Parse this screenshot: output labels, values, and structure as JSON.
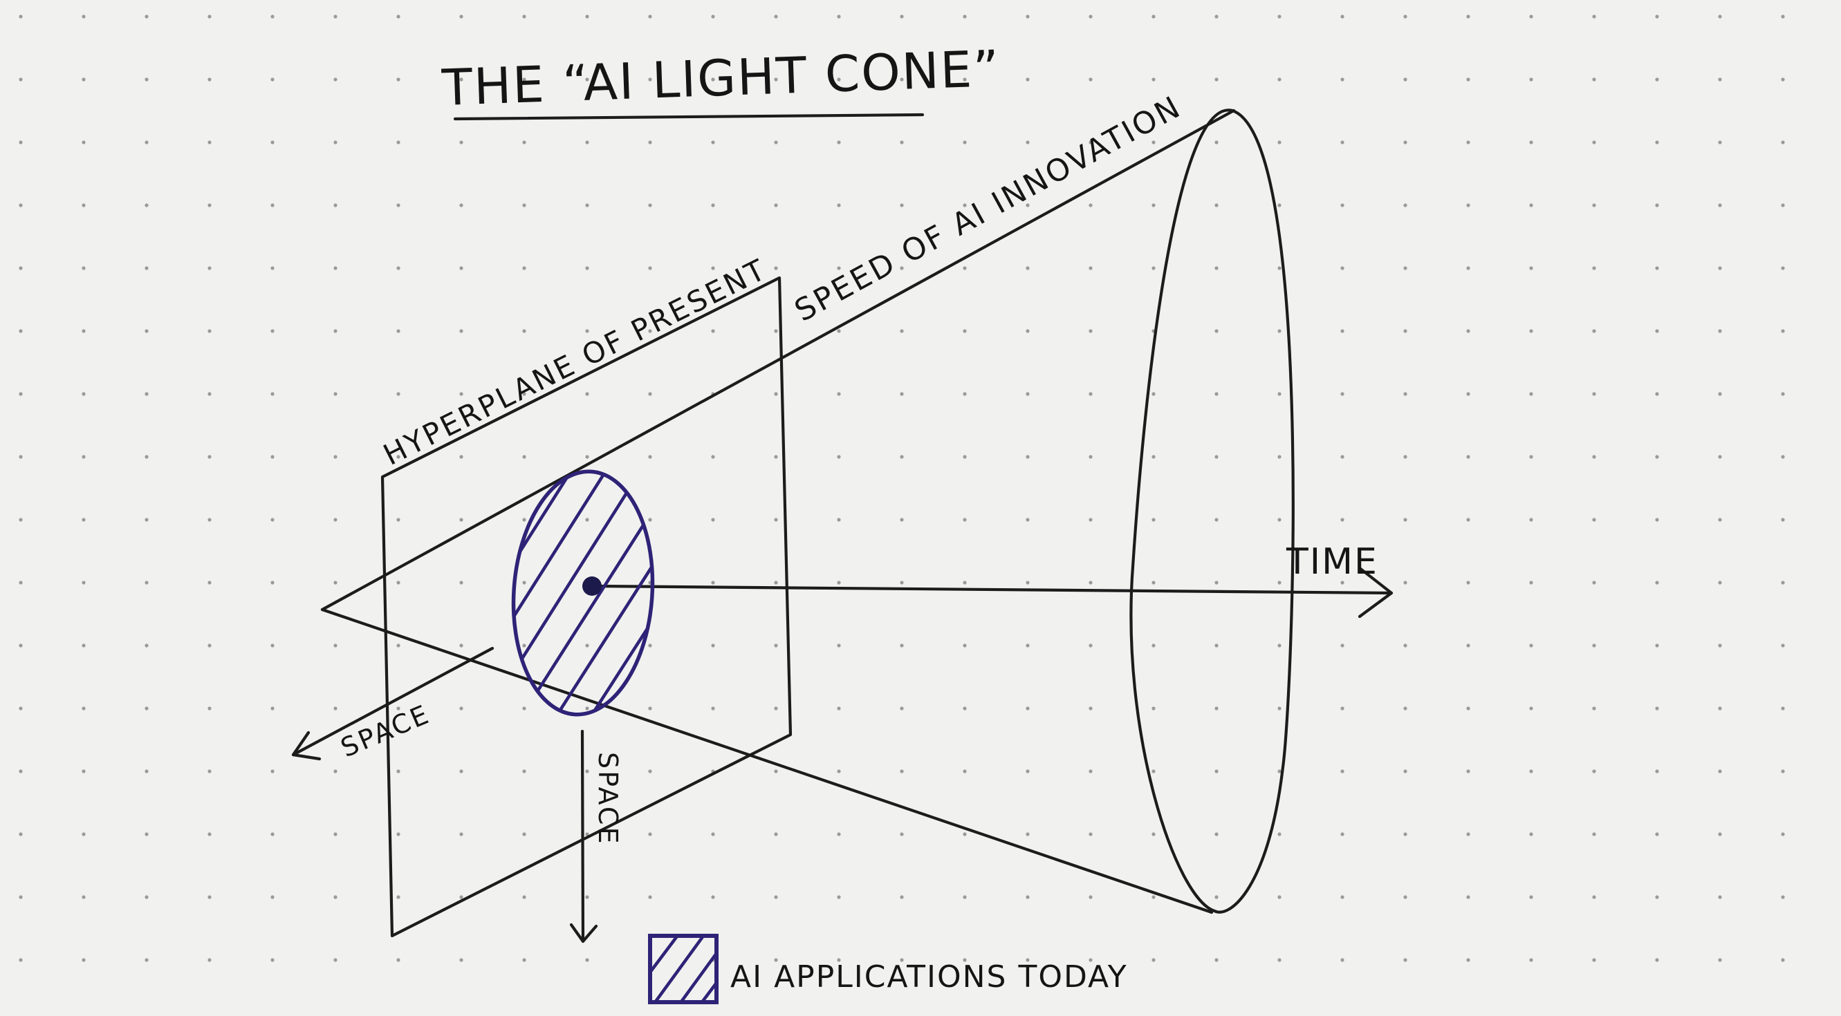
{
  "title": "THE “AI LIGHT CONE”",
  "labels": {
    "hyperplane": "HYPERPLANE OF PRESENT",
    "speed": "SPEED OF AI INNOVATION",
    "time": "TIME",
    "space_horizontal": "SPACE",
    "space_vertical": "SPACE"
  },
  "legend": {
    "label": "AI APPLICATIONS TODAY",
    "color": "#2e2377"
  },
  "colors": {
    "ink": "#1c1c1c",
    "highlight": "#2e2377",
    "paper": "#f1f1ef"
  }
}
